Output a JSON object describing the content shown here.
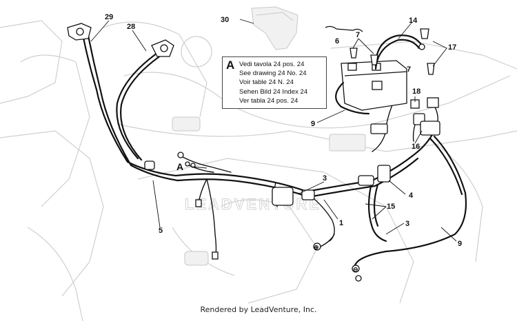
{
  "diagram": {
    "callouts": {
      "n29": "29",
      "n28": "28",
      "n30": "30",
      "n14": "14",
      "n7a": "7",
      "n6": "6",
      "n7b": "7",
      "n17": "17",
      "n18": "18",
      "n9a": "9",
      "n16": "16",
      "n3a": "3",
      "n4": "4",
      "n15": "15",
      "n1": "1",
      "n3b": "3",
      "n5": "5",
      "n9b": "9",
      "connector_a": "A"
    },
    "watermark": "LEADVENTURE"
  },
  "legend": {
    "letter": "A",
    "lines": [
      "Vedi tavola 24 pos. 24",
      "See drawing 24 No. 24",
      "Voir table 24 N. 24",
      "Sehen Bild 24 Index 24",
      "Ver tabla 24 pos. 24"
    ]
  },
  "footer": {
    "credit": "Rendered by LeadVenture, Inc."
  }
}
